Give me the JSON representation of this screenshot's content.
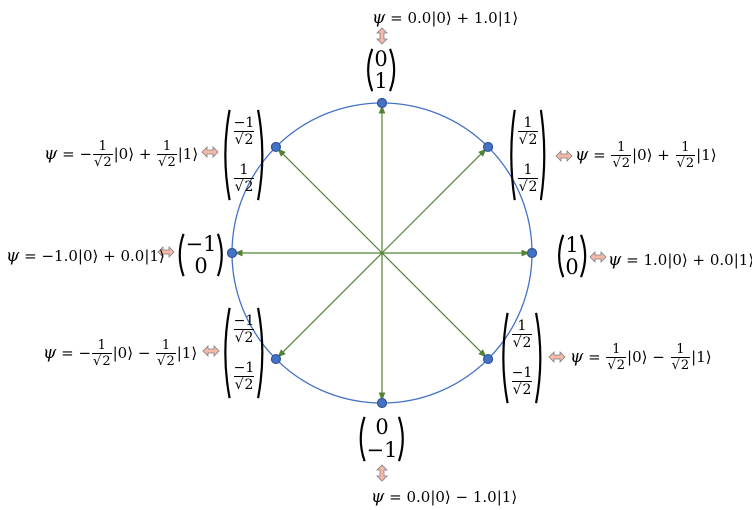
{
  "states": [
    {
      "id": "up",
      "angle_deg": 90,
      "alpha": "0.0",
      "beta": "1.0",
      "sign": "+",
      "vector": {
        "top": "0",
        "bottom": "1"
      }
    },
    {
      "id": "upper-right",
      "angle_deg": 45,
      "alpha": "1/√2",
      "beta": "1/√2",
      "sign": "+",
      "vector": {
        "top": "1/√2",
        "bottom": "1/√2"
      }
    },
    {
      "id": "right",
      "angle_deg": 0,
      "alpha": "1.0",
      "beta": "0.0",
      "sign": "+",
      "vector": {
        "top": "1",
        "bottom": "0"
      }
    },
    {
      "id": "lower-right",
      "angle_deg": -45,
      "alpha": "1/√2",
      "beta": "1/√2",
      "sign": "−",
      "vector": {
        "top": "1/√2",
        "bottom": "−1/√2"
      }
    },
    {
      "id": "down",
      "angle_deg": -90,
      "alpha": "0.0",
      "beta": "1.0",
      "sign": "−",
      "vector": {
        "top": "0",
        "bottom": "−1"
      }
    },
    {
      "id": "lower-left",
      "angle_deg": -135,
      "alpha": "−1/√2",
      "beta": "1/√2",
      "sign": "−",
      "vector": {
        "top": "−1/√2",
        "bottom": "−1/√2"
      }
    },
    {
      "id": "left",
      "angle_deg": 180,
      "alpha": "−1.0",
      "beta": "0.0",
      "sign": "+",
      "vector": {
        "top": "−1",
        "bottom": "0"
      }
    },
    {
      "id": "upper-left",
      "angle_deg": 135,
      "alpha": "−1/√2",
      "beta": "1/√2",
      "sign": "+",
      "vector": {
        "top": "−1/√2",
        "bottom": "1/√2"
      }
    }
  ],
  "symbols": {
    "psi": "ψ",
    "equals": "=",
    "ket0": "|0⟩",
    "ket1": "|1⟩",
    "double_arrow": "⇔"
  },
  "colors": {
    "circle": "#4472C4",
    "arrows": "#548235",
    "dots": "#4472C4",
    "double_arrow_fill": "#F4B9A8"
  }
}
